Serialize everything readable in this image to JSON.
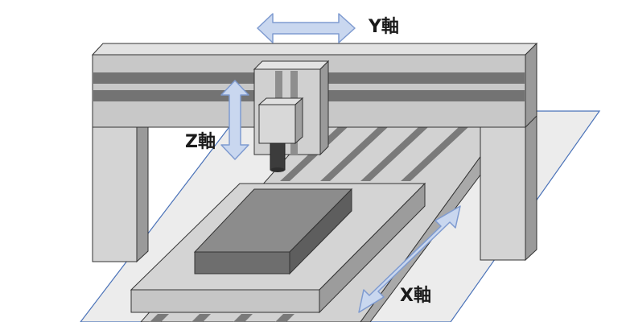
{
  "labels": {
    "y_axis": "Y軸",
    "z_axis": "Z軸",
    "x_axis": "X軸"
  },
  "colors": {
    "light_gray": "#d4d4d4",
    "mid_gray": "#bebebe",
    "dark_gray": "#8a8a8a",
    "rail_stripe": "#707070",
    "workpiece_top": "#8c8c8c",
    "workpiece_front": "#6e6e6e",
    "spindle": "#3c3c3c",
    "arrow_fill": "#c9d7ef",
    "arrow_stroke": "#7f9bd0",
    "outline": "#333333"
  }
}
